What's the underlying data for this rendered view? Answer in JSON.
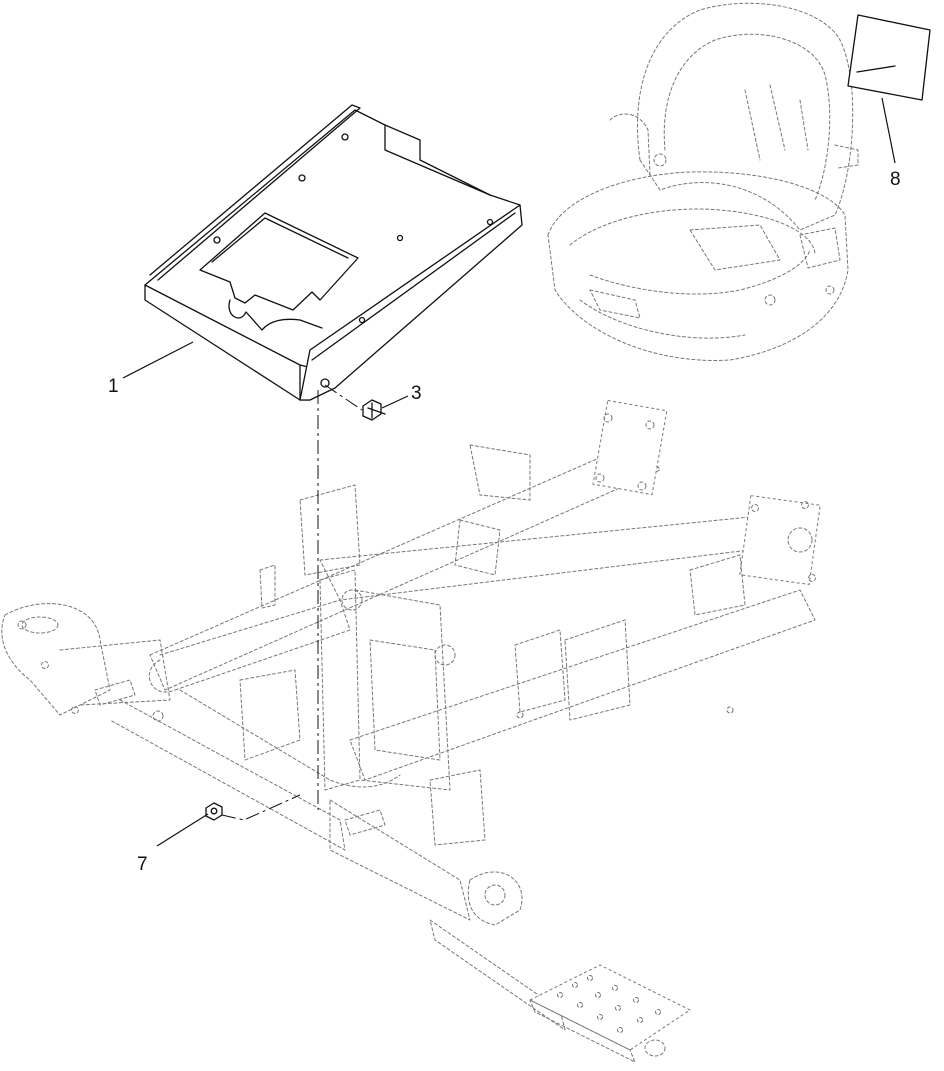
{
  "callouts": [
    {
      "id": "1",
      "label": "1"
    },
    {
      "id": "3",
      "label": "3"
    },
    {
      "id": "7",
      "label": "7"
    },
    {
      "id": "8",
      "label": "8"
    }
  ],
  "colors": {
    "line": "#111111",
    "phantom": "#777777",
    "background": "#ffffff"
  }
}
